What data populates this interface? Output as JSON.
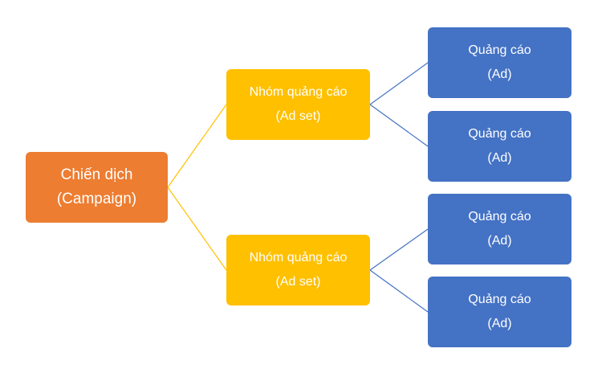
{
  "colors": {
    "campaign": "#ED7D31",
    "adset": "#FFC000",
    "ad": "#4472C4",
    "campaign_connector": "#FFC000",
    "adset_connector": "#4472C4"
  },
  "campaign": {
    "line1": "Chiến dịch",
    "line2": "(Campaign)"
  },
  "ad_sets": [
    {
      "line1": "Nhóm quảng cáo",
      "line2": "(Ad set)"
    },
    {
      "line1": "Nhóm quảng cáo",
      "line2": "(Ad set)"
    }
  ],
  "ads": [
    {
      "line1": "Quảng cáo",
      "line2": "(Ad)"
    },
    {
      "line1": "Quảng cáo",
      "line2": "(Ad)"
    },
    {
      "line1": "Quảng cáo",
      "line2": "(Ad)"
    },
    {
      "line1": "Quảng cáo",
      "line2": "(Ad)"
    }
  ]
}
